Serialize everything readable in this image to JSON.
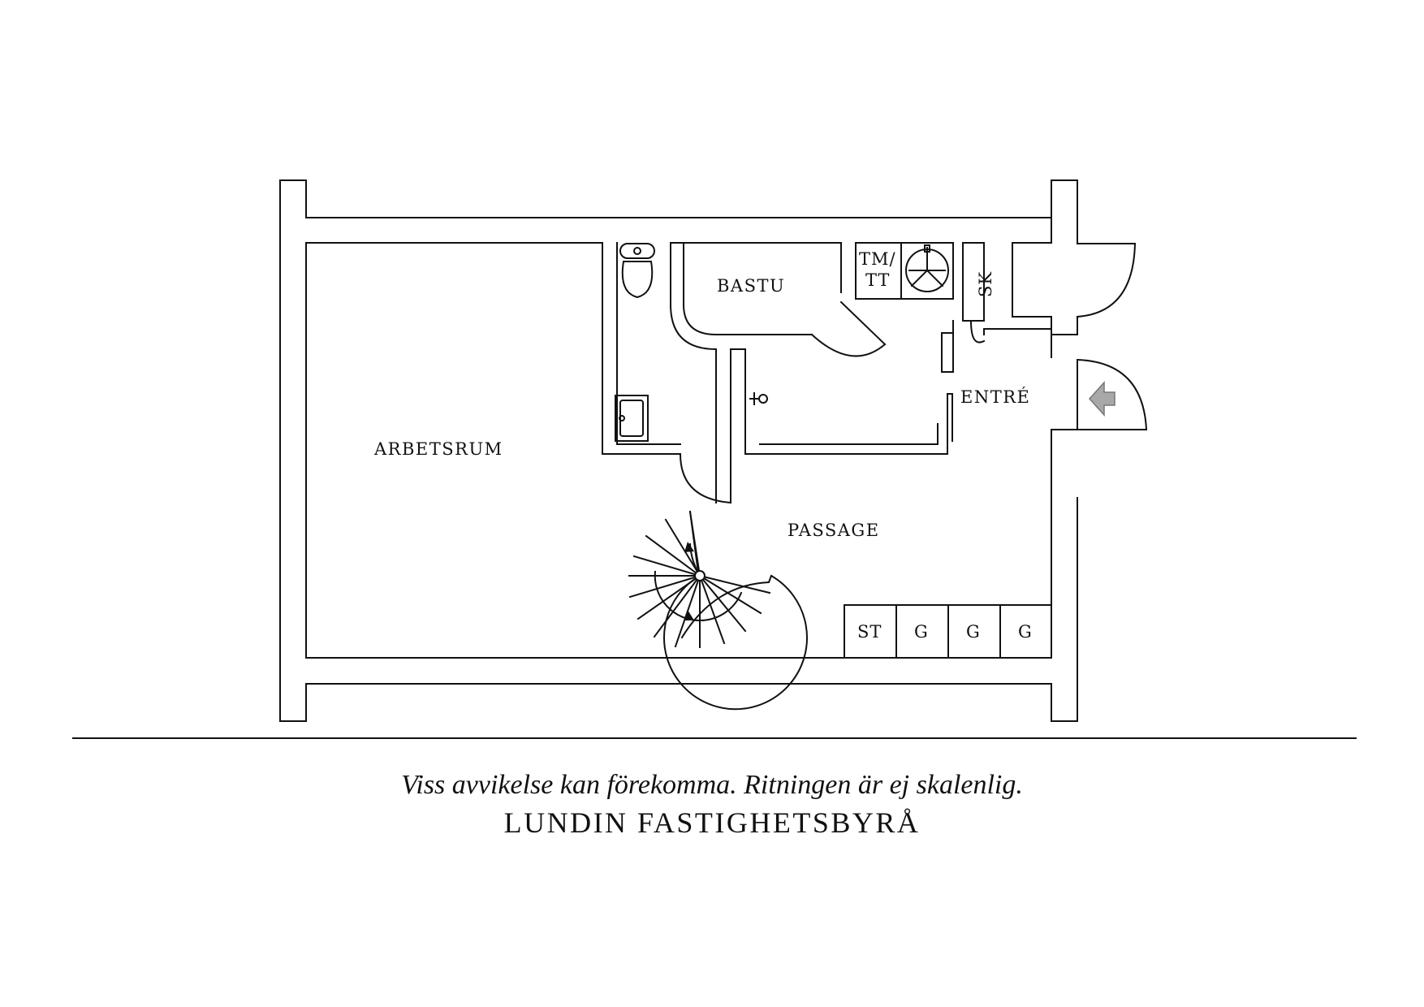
{
  "rooms": {
    "arbetsrum": "ARBETSRUM",
    "bastu": "BASTU",
    "tm_tt_line1": "TM/",
    "tm_tt_line2": "TT",
    "sk": "SK",
    "entre": "ENTRÉ",
    "passage": "PASSAGE",
    "st": "ST",
    "g1": "G",
    "g2": "G",
    "g3": "G"
  },
  "footer": {
    "disclaimer": "Viss avvikelse kan förekomma. Ritningen är ej skalenlig.",
    "brand": "LUNDIN FASTIGHETSBYRÅ"
  },
  "colors": {
    "line": "#111111",
    "arrow": "#a8a8a8"
  }
}
